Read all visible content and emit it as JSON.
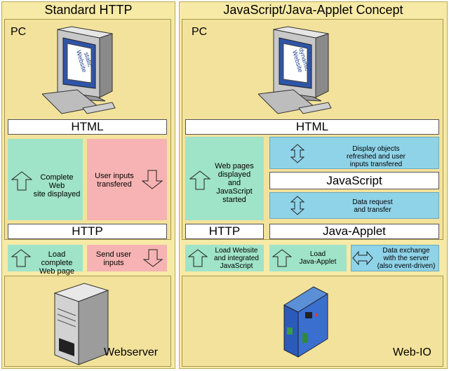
{
  "left": {
    "title": "Standard HTTP",
    "pc_label": "PC",
    "monitor_text": "static\nWebsite",
    "html_bar": "HTML",
    "http_bar": "HTTP",
    "complete_site": "Complete Web\nsite displayed",
    "user_inputs": "User inputs\ntransfered",
    "load_page": "Load complete\nWeb page",
    "send_inputs": "Send user\ninputs",
    "server_label": "Webserver"
  },
  "right": {
    "title": "JavaScript/Java-Applet Concept",
    "pc_label": "PC",
    "monitor_text": "dynamic\nWebsite",
    "html_bar": "HTML",
    "web_pages": "Web pages\ndisplayed\nand\nJavaScript\nstarted",
    "display_objects": "Display objects\nrefreshed and user\ninputs transfered",
    "javascript_bar": "JavaScript",
    "data_request": "Data request\nand transfer",
    "http_bar": "HTTP",
    "java_applet_bar": "Java-Applet",
    "load_website": "Load Website\nand integrated\nJavaScript",
    "load_applet": "Load\nJava-Applet",
    "data_exchange": "Data exchange\nwith the server\n(also event-driven)",
    "device_label": "Web-IO"
  },
  "colors": {
    "panel": "#f7eaa6",
    "green": "#9fe3c8",
    "pink": "#f7b3b3",
    "blue": "#8fd3e8"
  }
}
